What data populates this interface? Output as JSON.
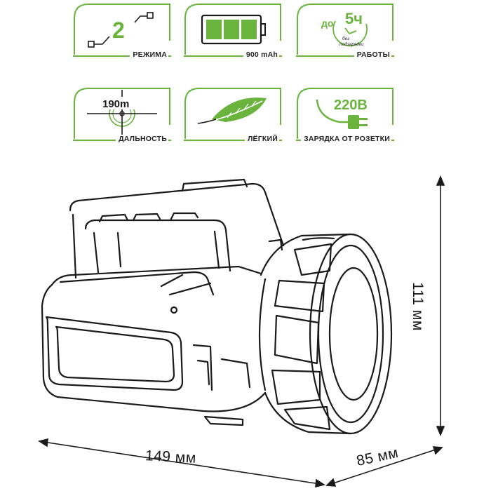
{
  "colors": {
    "accent": "#6ab43e",
    "stroke": "#1a1a1a",
    "background": "#ffffff"
  },
  "features": {
    "modes": {
      "caption": "РЕЖИМА",
      "value": "2",
      "icon": "modes-icon"
    },
    "battery": {
      "caption": "900 mAh",
      "icon": "battery-icon",
      "charge_fraction": 1.0
    },
    "runtime": {
      "caption": "РАБОТЫ",
      "prefix": "до",
      "value": "5ч",
      "note_line1": "без",
      "note_line2": "подзарядки",
      "icon": "clock-icon"
    },
    "range": {
      "caption": "ДАЛЬНОСТЬ",
      "value": "190m",
      "icon": "crosshair-icon"
    },
    "light": {
      "caption": "ЛЁГКИЙ",
      "icon": "feather-icon"
    },
    "charging": {
      "caption": "ЗАРЯДКА ОТ РОЗЕТКИ",
      "value": "220В",
      "icon": "plug-icon"
    }
  },
  "dimensions": {
    "height": "111 мм",
    "width": "149 мм",
    "depth": "85 мм"
  }
}
